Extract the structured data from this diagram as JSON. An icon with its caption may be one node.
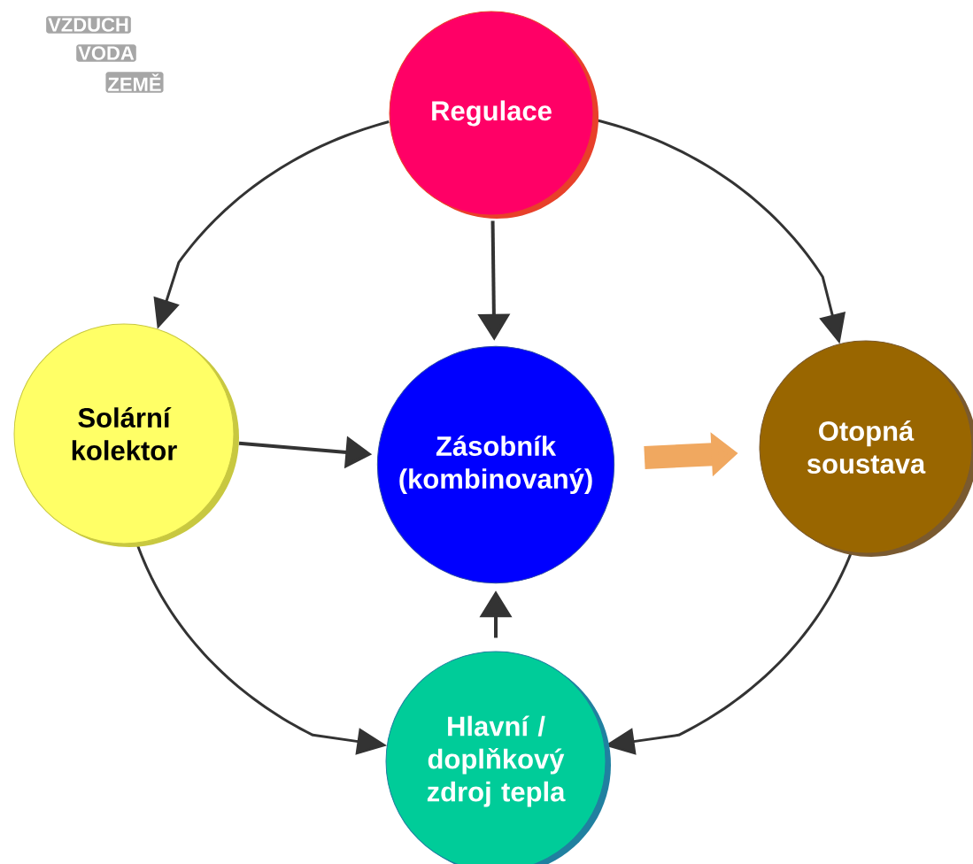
{
  "diagram": {
    "nodes": [
      {
        "text": [
          "Regulace"
        ]
      },
      {
        "text": [
          "Solární kolektor"
        ]
      },
      {
        "text": [
          "Zásobník (kombinovaný)"
        ]
      },
      {
        "text": [
          "Otopná soustava"
        ]
      },
      {
        "text": [
          "Hlavní / doplňkový zdroj tepla"
        ]
      }
    ],
    "edges": [
      {
        "from": 0,
        "to": 1,
        "arrow": "to"
      },
      {
        "from": 0,
        "to": 3,
        "arrow": "to"
      },
      {
        "from": 1,
        "to": 4,
        "arrow": "to"
      },
      {
        "from": 3,
        "to": 4,
        "arrow": "to"
      },
      {
        "from": 0,
        "to": 2,
        "arrow": "to"
      },
      {
        "from": 1,
        "to": 2,
        "arrow": "to"
      },
      {
        "from": 4,
        "to": 2,
        "arrow": "to"
      },
      {
        "from": 2,
        "to": 3,
        "arrow": "to",
        "style": "thick",
        "color": "#f0a860"
      }
    ],
    "labels": [
      "VZDUCH",
      "VODA",
      "ZEMĚ"
    ]
  }
}
